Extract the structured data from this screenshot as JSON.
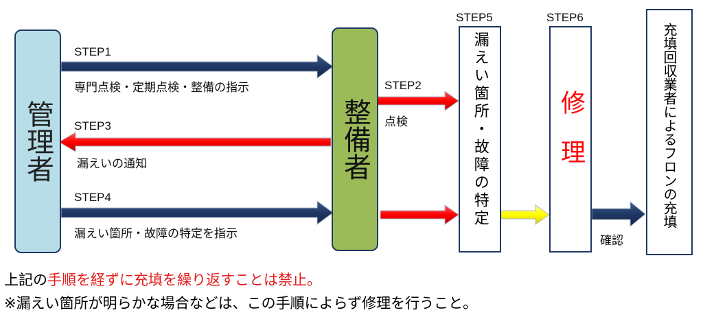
{
  "nodes": {
    "kanrisha": "管理者",
    "seibisha": "整備者",
    "step5_box": "漏えい箇所・故障の特定",
    "step6_box": "修理",
    "final_box": "充填回収業者によるフロンの充填"
  },
  "steps": {
    "step1": {
      "label": "STEP1",
      "text": "専門点検・定期点検・整備の指示"
    },
    "step2": {
      "label": "STEP2",
      "text": "点検"
    },
    "step3": {
      "label": "STEP3",
      "text": "漏えいの通知"
    },
    "step4": {
      "label": "STEP4",
      "text": "漏えい箇所・故障の特定を指示"
    },
    "step5": {
      "label": "STEP5"
    },
    "step6": {
      "label": "STEP6"
    },
    "confirm": {
      "text": "確認"
    }
  },
  "footer": {
    "line1_prefix": "上記の",
    "line1_highlight": "手順を経ずに充填を繰り返すことは禁止。",
    "line2": "※漏えい箇所が明らかな場合などは、この手順によらず修理を行うこと。"
  },
  "colors": {
    "kanrisha_fill": "#b7dde8",
    "seibisha_fill": "#9bbb59",
    "box_border": "#1f3864",
    "arrow_navy": "#1f3864",
    "arrow_red": "#ff0000",
    "arrow_yellow": "#ffff00",
    "repair_text": "#ff0000"
  }
}
